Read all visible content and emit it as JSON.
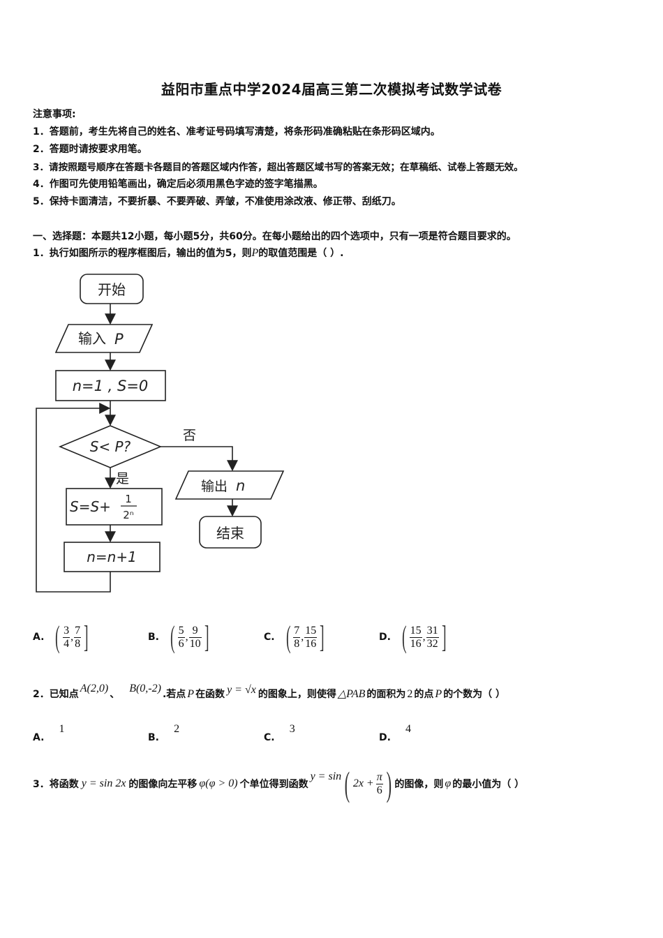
{
  "title": "益阳市重点中学2024届高三第二次模拟考试数学试卷",
  "notice": {
    "heading": "注意事项:",
    "items": [
      "1．答题前，考生先将自己的姓名、准考证号码填写清楚，将条形码准确粘贴在条形码区域内。",
      "2．答题时请按要求用笔。",
      "3．请按照题号顺序在答题卡各题目的答题区域内作答，超出答题区域书写的答案无效；在草稿纸、试卷上答题无效。",
      "4．作图可先使用铅笔画出，确定后必须用黑色字迹的签字笔描黑。",
      "5．保持卡面清洁，不要折暴、不要弄破、弄皱，不准使用涂改液、修正带、刮纸刀。"
    ]
  },
  "section1": "一、选择题：本题共12小题，每小题5分，共60分。在每小题给出的四个选项中，只有一项是符合题目要求的。",
  "q1": {
    "prefix": "1．执行如图所示的程序框图后，输出的值为5，则",
    "var": "P",
    "suffix": "的取值范围是（ ）.",
    "flowchart": {
      "start": "开始",
      "input": "输入",
      "input_var": "P",
      "init": "n=1 , S=0",
      "cond": "S< P?",
      "no": "否",
      "yes": "是",
      "update_s_left": "S=S+",
      "update_s_num": "1",
      "update_s_den": "2ⁿ",
      "update_n": "n=n+1",
      "output": "输出",
      "output_var": "n",
      "end": "结束"
    },
    "options": [
      {
        "label": "A.",
        "left_bracket": "(",
        "right_bracket": "]",
        "a_num": "3",
        "a_den": "4",
        "b_num": "7",
        "b_den": "8"
      },
      {
        "label": "B.",
        "left_bracket": "(",
        "right_bracket": "]",
        "a_num": "5",
        "a_den": "6",
        "b_num": "9",
        "b_den": "10"
      },
      {
        "label": "C.",
        "left_bracket": "(",
        "right_bracket": "]",
        "a_num": "7",
        "a_den": "8",
        "b_num": "15",
        "b_den": "16"
      },
      {
        "label": "D.",
        "left_bracket": "(",
        "right_bracket": "]",
        "a_num": "15",
        "a_den": "16",
        "b_num": "31",
        "b_den": "32"
      }
    ]
  },
  "q2": {
    "prefix": "2．已知点",
    "pointA": "A(2,0)",
    "sep": "、",
    "pointB": "B(0,-2)",
    "t1": ".若点",
    "p": "P",
    "t2": "在函数",
    "func": "y = √x",
    "t3": "的图象上，则使得",
    "tri": "△PAB",
    "t4": "的面积为",
    "area": "2",
    "t5": "的点",
    "p2": "P",
    "t6": "的个数为（ ）",
    "options": [
      {
        "label": "A.",
        "value": "1"
      },
      {
        "label": "B.",
        "value": "2"
      },
      {
        "label": "C.",
        "value": "3"
      },
      {
        "label": "D.",
        "value": "4"
      }
    ]
  },
  "q3": {
    "prefix": "3．将函数",
    "func1": "y = sin 2x",
    "t1": "的图像向左平移",
    "phi": "φ(φ > 0)",
    "t2": "个单位得到函数",
    "func2_left": "y = sin",
    "func2_inner": "2x +",
    "func2_num": "π",
    "func2_den": "6",
    "t3": "的图像，则",
    "phi2": "φ",
    "t4": "的最小值为（ ）"
  }
}
